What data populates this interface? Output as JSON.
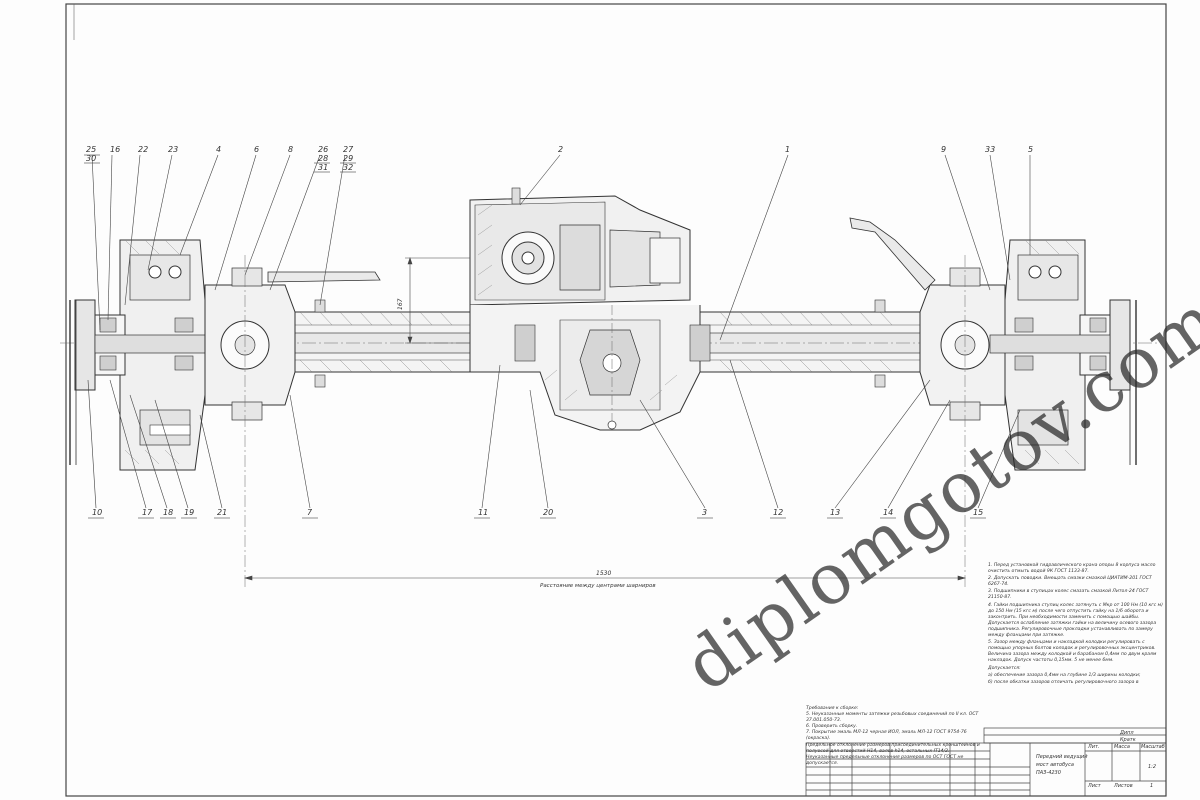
{
  "drawing": {
    "part_numbers_top": [
      "25",
      "16",
      "22",
      "23",
      "4",
      "6",
      "8",
      "26",
      "27",
      "2",
      "1",
      "9",
      "33",
      "5"
    ],
    "part_numbers_top_sub": {
      "25": "30",
      "26a": "28",
      "26b": "31",
      "27a": "29",
      "27b": "32"
    },
    "part_numbers_bottom": [
      "10",
      "17",
      "18",
      "19",
      "21",
      "7",
      "11",
      "20",
      "3",
      "12",
      "13",
      "14",
      "15"
    ],
    "dim_vertical": "167",
    "dim_horizontal": "1530",
    "dim_caption": "Расстояние между центрами шарниров"
  },
  "notes": {
    "items": [
      "1. Перед установкой гидравлического крана опоры 8 корпуса масло очистить отмыть водой 9К ГОСТ 1133-87.",
      "2. Допускать поводки. Вмещать смазки смазкой ЦИАТИМ-201 ГОСТ 6267-74.",
      "3. Подшипники в ступицах колес смазать смазкой Литол-24 ГОСТ 21150-87.",
      "4. Гайки подшипника ступиц колес затянуть с Мкр от 100 Нм (10 кгс м) до 150 Нм (15 кгс м) после чего отпустить гайку на 1/6 оборота и законтрить. При необходимости заменить с помощью шайбы. Допускается ослабление затяжки гайки на величину осевого зазора подшипника. Регулировочные прокладки устанавливать по замеру между фланцами при затяжке.",
      "5. Зазор между фланцами и накладкой колодки регулировать с помощью упорных болтов колодок и регулировочных эксцентриков. Величина зазора между колодкой и барабаном 0,4мм по двум краям накладок. Допуск частоты 0,15мм. 5 не менее 6мм.",
      "Допускается:",
      "а) обеспечение зазора 0,4мм на глубине 1/3 ширины колодки;",
      "б) после обкатки зазоров отличать регулировочного зазора в"
    ]
  },
  "requirements": {
    "items": [
      "Требования к сборке:",
      "5. Неуказанные моменты затяжки резьбовых соединений по II кл. ОСТ 37.001.050-73.",
      "6. Проверить сборку.",
      "7. Покрытие эмаль МЛ-12 черная ИОЛ, эмаль МЛ-12 ГОСТ 9754-76 (окраска).",
      "Предельное отклонение размеров присоединительных кронштейнов и полуосей для отверстий Н14, валов h14, остальных IT14/2.",
      "Неуказанные предельные отклонения размеров по ОСТ ГОСТ не допускается."
    ]
  },
  "title_block": {
    "title_line1": "Передний ведущий",
    "title_line2": "мост автобуса",
    "title_line3": "ПАЗ-4230",
    "stage": "Лит.",
    "mass": "Масса",
    "scale": "Масштаб",
    "scale_value": "1:2",
    "sheet": "Лист",
    "sheets": "Листов",
    "sheets_value": "1",
    "top_cell1": "Дипл",
    "top_cell2": "Кратк"
  },
  "watermark": "diplomgotov.com"
}
